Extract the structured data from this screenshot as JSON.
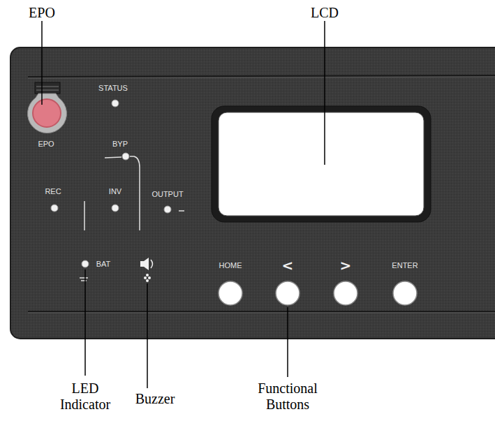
{
  "diagram": {
    "labels": [
      "EPO",
      "LCD",
      "STATUS",
      "EPO",
      "BYP",
      "REC",
      "INV",
      "OUTPUT",
      "BAT",
      "HOME",
      "<",
      ">",
      "ENTER",
      "LED Indicator",
      "Buzzer",
      "Functional Buttons"
    ]
  }
}
